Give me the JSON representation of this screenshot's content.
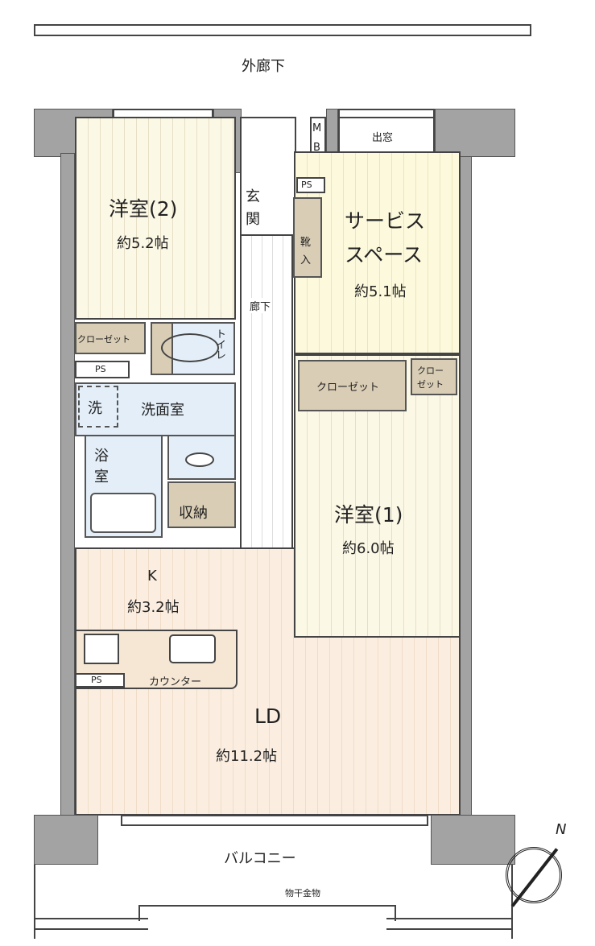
{
  "corridor_label": "外廊下",
  "rooms": {
    "western2": {
      "name": "洋室(2)",
      "size": "約5.2帖"
    },
    "service": {
      "name1": "サービス",
      "name2": "スペース",
      "size": "約5.1帖"
    },
    "western1": {
      "name": "洋室(1)",
      "size": "約6.0帖"
    },
    "kitchen": {
      "name": "K",
      "size": "約3.2帖"
    },
    "ld": {
      "name": "LD",
      "size": "約11.2帖"
    }
  },
  "labels": {
    "entrance1": "玄",
    "entrance2": "関",
    "shoe1": "靴",
    "shoe2": "入",
    "mb1": "M",
    "mb2": "B",
    "bay_window": "出窓",
    "ps": "PS",
    "hallway": "廊下",
    "closet": "クローゼット",
    "closet_small1": "クロー",
    "closet_small2": "ゼット",
    "toilet": "トイレ",
    "washroom": "洗面室",
    "washer": "洗",
    "bath1": "浴",
    "bath2": "室",
    "storage": "収納",
    "counter": "カウンター",
    "balcony": "バルコニー",
    "drying": "物干金物",
    "north": "N"
  }
}
